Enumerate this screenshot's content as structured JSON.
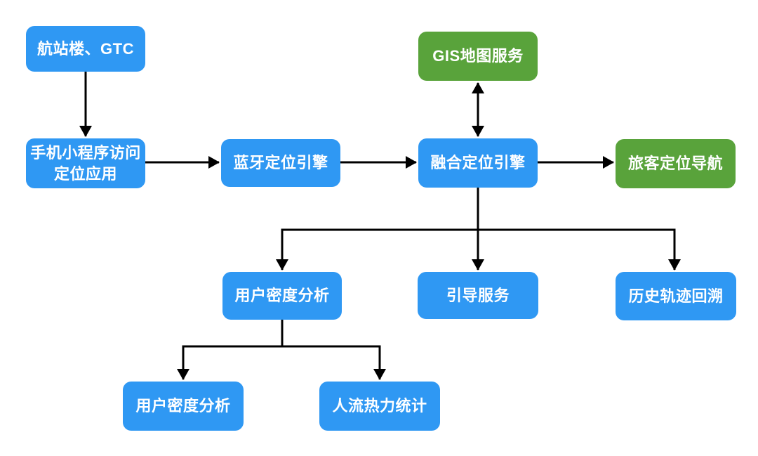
{
  "diagram": {
    "type": "flowchart",
    "background_color": "#FFFFFF",
    "colors": {
      "node_blue": "#2F98F3",
      "node_green": "#59A33B",
      "node_text": "#FFFFFF",
      "arrow": "#000000"
    },
    "nodes": [
      {
        "id": "terminal-gtc",
        "label": "航站楼、GTC",
        "color": "blue"
      },
      {
        "id": "mobile-app-access",
        "label": "手机小程序访问\n定位应用",
        "color": "blue"
      },
      {
        "id": "bluetooth-engine",
        "label": "蓝牙定位引擎",
        "color": "blue"
      },
      {
        "id": "gis-map-service",
        "label": "GIS地图服务",
        "color": "green"
      },
      {
        "id": "fusion-engine",
        "label": "融合定位引擎",
        "color": "blue"
      },
      {
        "id": "passenger-navigation",
        "label": "旅客定位导航",
        "color": "green"
      },
      {
        "id": "user-density-analysis-1",
        "label": "用户密度分析",
        "color": "blue"
      },
      {
        "id": "guidance-service",
        "label": "引导服务",
        "color": "blue"
      },
      {
        "id": "history-trajectory",
        "label": "历史轨迹回溯",
        "color": "blue"
      },
      {
        "id": "user-density-analysis-2",
        "label": "用户密度分析",
        "color": "blue"
      },
      {
        "id": "crowd-heat-statistics",
        "label": "人流热力统计",
        "color": "blue"
      }
    ],
    "edges": [
      {
        "from": "terminal-gtc",
        "to": "mobile-app-access",
        "direction": "down",
        "style": "arrow"
      },
      {
        "from": "mobile-app-access",
        "to": "bluetooth-engine",
        "direction": "right",
        "style": "arrow"
      },
      {
        "from": "bluetooth-engine",
        "to": "fusion-engine",
        "direction": "right",
        "style": "arrow"
      },
      {
        "from": "gis-map-service",
        "to": "fusion-engine",
        "direction": "down",
        "style": "double-arrow"
      },
      {
        "from": "fusion-engine",
        "to": "passenger-navigation",
        "direction": "right",
        "style": "arrow"
      },
      {
        "from": "fusion-engine",
        "to": "user-density-analysis-1",
        "direction": "down",
        "style": "arrow"
      },
      {
        "from": "fusion-engine",
        "to": "guidance-service",
        "direction": "down",
        "style": "arrow"
      },
      {
        "from": "fusion-engine",
        "to": "history-trajectory",
        "direction": "down",
        "style": "arrow"
      },
      {
        "from": "user-density-analysis-1",
        "to": "user-density-analysis-2",
        "direction": "down",
        "style": "arrow"
      },
      {
        "from": "user-density-analysis-1",
        "to": "crowd-heat-statistics",
        "direction": "down",
        "style": "arrow"
      }
    ]
  }
}
